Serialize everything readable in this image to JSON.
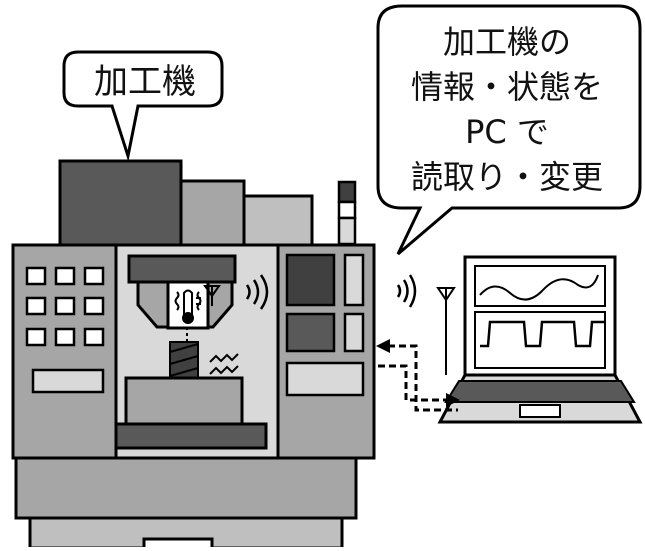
{
  "labels": {
    "machine": "加工機",
    "pc_callout": [
      "加工機の",
      "情報・状態を",
      "PC で",
      "読取り・変更"
    ]
  },
  "icons": [
    "thermometer-icon",
    "antenna-icon",
    "wireless-signal-icon",
    "vibration-icon",
    "laptop-icon",
    "data-cable-arrow-icon"
  ],
  "colors": {
    "outline": "#000000",
    "panel": "#d9d9d9",
    "machine_body": "#a6a6a6",
    "dark": "#595959",
    "screen_dark": "#404040"
  }
}
